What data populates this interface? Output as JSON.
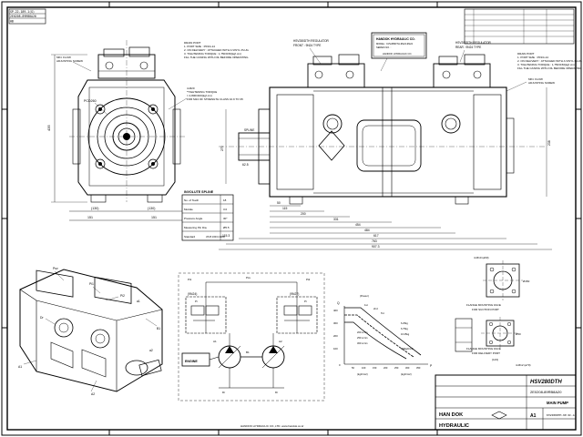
{
  "title_block": {
    "part_no": "HSV280DTH",
    "sub_no": "2E0208-89RB8A20",
    "company_short": "HAN DOK",
    "company_long": "HYDRAULIC",
    "sheet": "MAIN PUMP",
    "size": "A1",
    "drawing_no": "K3V280DTH-9P-9C-A"
  },
  "top_left_stamp": [
    "SP-22-189-1(G)",
    "2E0208-89RB8A20",
    "HB"
  ],
  "callouts": {
    "regulator_front": [
      "HSV280DTH REGULATOR",
      "FRONT : 9N24 TYPE"
    ],
    "regulator_rear": [
      "HSV280DTH REGULATOR",
      "REAR : 9N24 TYPE"
    ],
    "drain_port_left": [
      "DRAIN PORT",
      "1. PORT SIZE : PF3/4-14",
      "2. ON DELIVERY : ATTACHED WITH A VINYL PLUG",
      "3. TIGHTENING TORQUE : 1,750±150(kgf·cm)",
      "FILL THE CASING WITH OIL BEFORE OPERATING"
    ],
    "drain_port_right": [
      "DRAIN PORT",
      "1. PORT SIZE : PF3/4-14",
      "2. ON DELIVERY : ATTACHED WITH A VINYL PLUG",
      "3. TIGHTENING TORQUE : 1,750±150(kgf·cm)",
      "FILL THE CASING WITH OIL BEFORE OPERATING"
    ],
    "nameplate": [
      "HANDOK HYDRAULIC CO.",
      "MODEL : K3V280DTH-9N24-9N24",
      "SERIES NO. :"
    ],
    "nameplate_footer": "HANDOK HYDRAULIC CO.",
    "flow_screw_left": [
      "MIN. FLOW",
      "ADJUSTING SCREW"
    ],
    "flow_screw_right": [
      "MIN. FLOW",
      "ADJUSTING SCREW"
    ],
    "bolt_note": [
      "4-M20",
      "*TIGHTENING TORQUE",
      "= 4,800±400(kgf·cm)",
      "FOR M24 OF STRENGTH CLASS 10.9 TO 35"
    ],
    "spline_label": "SPLINE",
    "bottom_hint": "HANDOK HYDRAULIC CO.,LTD. www.handok.co.kr"
  },
  "spline_table": {
    "title": "INVOLUTE SPLINE",
    "rows": [
      [
        "No. of Teeth",
        "18"
      ],
      [
        "Module",
        "3.0"
      ],
      [
        "Pressure Angle",
        "30°"
      ],
      [
        "Measuring Pin Dia.",
        "Ø5.5"
      ],
      [
        "Standard",
        "JIS B 1603 (1995)"
      ]
    ]
  },
  "dimensions": {
    "front_view": [
      "151",
      "130",
      "130",
      "151",
      "(130)",
      "(130)",
      "PCD260",
      "435"
    ],
    "side_view": [
      "50",
      "115",
      "200",
      "331",
      "454",
      "484",
      "617",
      "763",
      "907.3",
      "115.3",
      "238",
      "270",
      "62.5"
    ]
  },
  "hydraulic": {
    "labels": [
      "(9N24)",
      "(9N27)",
      "ENGINE",
      "Pi",
      "Pi",
      "A1",
      "A2",
      "B1",
      "Dr",
      "Dr",
      "Psv",
      "Pi1",
      "Pi2"
    ]
  },
  "pq_chart": {
    "ylabel": "Q",
    "xlabel": "P",
    "y_ticks": [
      "400",
      "300",
      "200",
      "100",
      "0"
    ],
    "x_ticks": [
      "50",
      "100",
      "150",
      "200",
      "250",
      "300",
      "350"
    ],
    "x_units": [
      "(kgf/cm2)",
      "(kgf/cm2)"
    ],
    "annotations": [
      "1st",
      "2nd",
      "Tot",
      "(Power)",
      "6.25kg",
      "6.75kg",
      "16.25kg",
      "200 L/min",
      "250 L/min",
      "300 L/min",
      "350kgf/cm2"
    ]
  },
  "flange_views": {
    "suction": [
      "4-M10 (ø60)",
      "FLANGE MOUNTING FACE",
      "FOR SUCTION PORT",
      "Ø150"
    ],
    "delivery": [
      "4-M12 (ø70)",
      "FLANGE MOUNTING FACE",
      "FOR DELIVERY PORT",
      "(123)",
      "Ø50"
    ]
  },
  "iso_labels": [
    "Psv",
    "Pi1",
    "Pi2",
    "Dr",
    "B1",
    "A1",
    "A2",
    "a1",
    "a2"
  ]
}
